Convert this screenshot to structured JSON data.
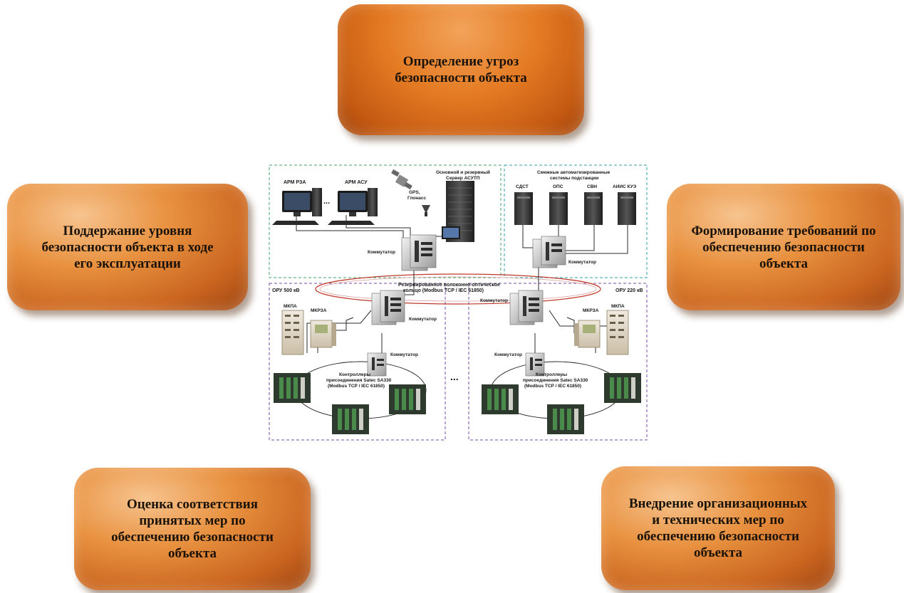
{
  "boxes": {
    "top": "Определение угроз\nбезопасности объекта",
    "left": "Поддержание уровня\nбезопасности объекта в ходе\nего эксплуатации",
    "right": "Формирование требований по\nобеспечению безопасности\nобъекта",
    "bottom_left": "Оценка соответствия\nпринятых мер по\nобеспечению безопасности\nобъекта",
    "bottom_right": "Внедрение организационных\nи технических мер по\nобеспечению безопасности\nобъекта"
  },
  "scheme": {
    "arm_rza": "АРМ РЗА",
    "arm_asu": "АРМ АСУ",
    "ellipsis": "...",
    "gps": "GPS,",
    "glonass": "Глонасс",
    "server1": "Основной и резервный",
    "server2": "Сервер АСУТП",
    "adjacent1": "Смежные автоматизированные",
    "adjacent2": "системы подстанции",
    "sdst": "СДСТ",
    "ops": "ОПС",
    "svn": "СВН",
    "aiis": "АИИС КУЭ",
    "switch": "Коммутатор",
    "ring1": "Резервированное волоконно-оптическое",
    "ring2": "кольцо (Modbus TCP / IEC 61850)",
    "oru500": "ОРУ 500 кВ",
    "oru220": "ОРУ 220 кВ",
    "mkpa": "МКПА",
    "mkrza": "МКРЗА",
    "ctrl1": "Контроллеры",
    "ctrl2": "присоединения Satec SA330",
    "ctrl3": "(Modbus TCP / IEC 61850)",
    "middots": "..."
  }
}
